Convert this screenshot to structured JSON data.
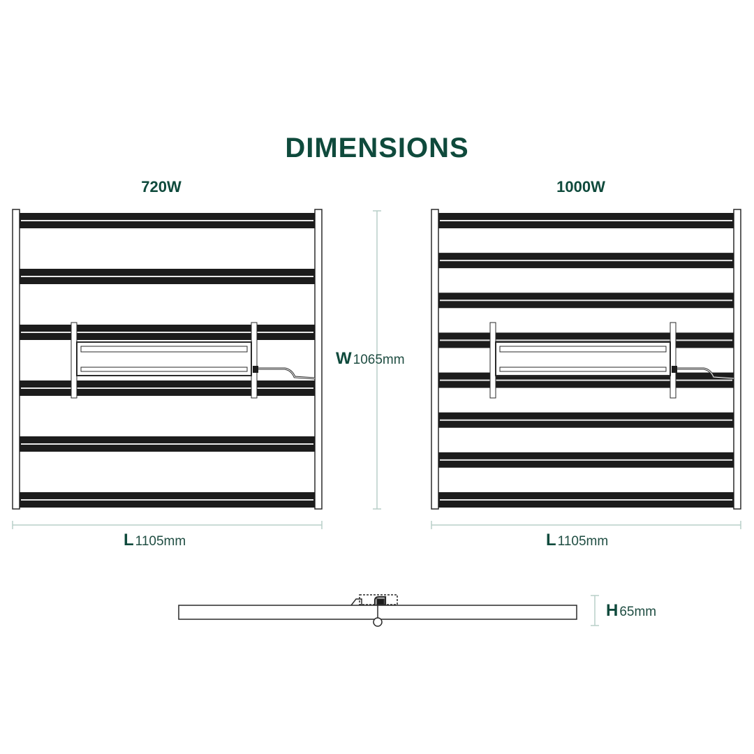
{
  "title": "DIMENSIONS",
  "models": [
    {
      "label": "720W",
      "bar_count": 6
    },
    {
      "label": "1000W",
      "bar_count": 8
    }
  ],
  "dimensions": {
    "length_left": {
      "letter": "L",
      "value": "1105mm"
    },
    "length_right": {
      "letter": "L",
      "value": "1105mm"
    },
    "width": {
      "letter": "W",
      "value": "1065mm"
    },
    "height": {
      "letter": "H",
      "value": "65mm"
    }
  },
  "colors": {
    "accent": "#0f4a3c",
    "dimension_line": "#b8cfc8",
    "bar": "#1c1c1c",
    "outline": "#2a2a2a"
  }
}
